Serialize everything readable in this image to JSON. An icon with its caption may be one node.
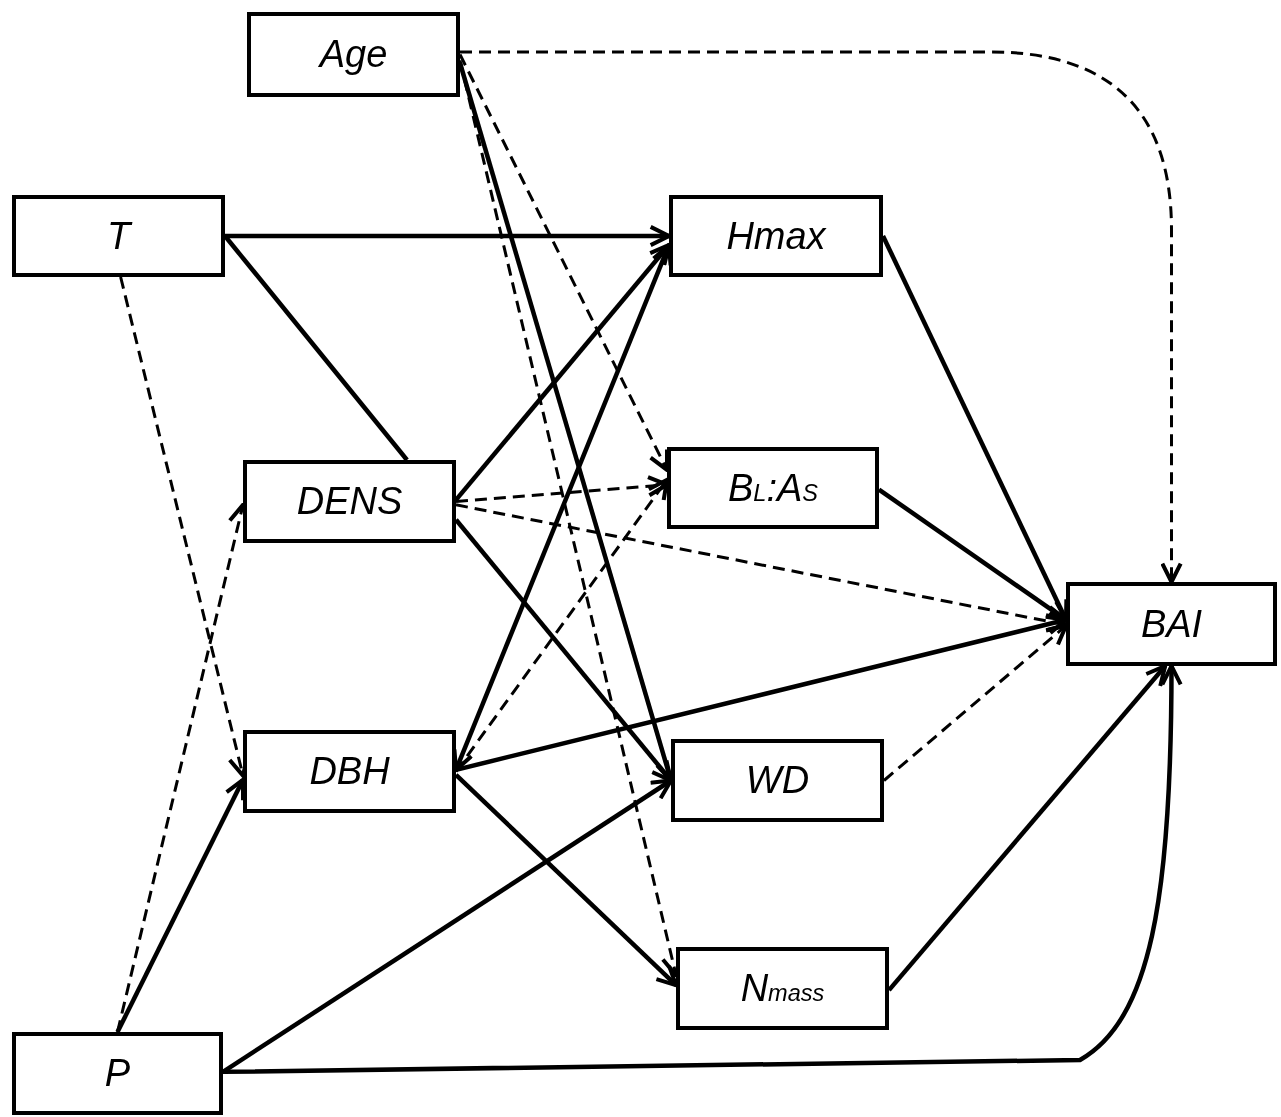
{
  "diagram": {
    "nodes": [
      {
        "text": [
          "Age"
        ]
      },
      {
        "text": [
          "T"
        ]
      },
      {
        "text": [
          "Hmax"
        ]
      },
      {
        "text": [
          "DENS"
        ]
      },
      {
        "text": [
          "B$_{L}$:A$_{S}$"
        ]
      },
      {
        "text": [
          "BAI"
        ]
      },
      {
        "text": [
          "DBH"
        ]
      },
      {
        "text": [
          "WD"
        ]
      },
      {
        "text": [
          "N$_{mass}$"
        ]
      },
      {
        "text": [
          "P"
        ]
      }
    ],
    "edges": [
      {
        "from": 0,
        "to": 5,
        "arrow": "to",
        "style": "dashed"
      },
      {
        "from": 0,
        "to": 4,
        "arrow": "to",
        "style": "dashed"
      },
      {
        "from": 0,
        "to": 7,
        "arrow": "to"
      },
      {
        "from": 0,
        "to": 8,
        "arrow": "to",
        "style": "dashed"
      },
      {
        "from": 1,
        "to": 2,
        "arrow": "to"
      },
      {
        "from": 1,
        "to": 3,
        "arrow": "none"
      },
      {
        "from": 1,
        "to": 6,
        "arrow": "to",
        "style": "dashed"
      },
      {
        "from": 3,
        "to": 2,
        "arrow": "to"
      },
      {
        "from": 3,
        "to": 4,
        "arrow": "to",
        "style": "dashed"
      },
      {
        "from": 3,
        "to": 5,
        "arrow": "to",
        "style": "dashed"
      },
      {
        "from": 3,
        "to": 7,
        "arrow": "to"
      },
      {
        "from": 6,
        "to": 2,
        "arrow": "both"
      },
      {
        "from": 6,
        "to": 4,
        "arrow": "to",
        "style": "dashed"
      },
      {
        "from": 6,
        "to": 5,
        "arrow": "to"
      },
      {
        "from": 6,
        "to": 8,
        "arrow": "to"
      },
      {
        "from": 9,
        "to": 6,
        "arrow": "to"
      },
      {
        "from": 9,
        "to": 3,
        "arrow": "to",
        "style": "dashed"
      },
      {
        "from": 9,
        "to": 7,
        "arrow": "to"
      },
      {
        "from": 9,
        "to": 5,
        "arrow": "to"
      },
      {
        "from": 2,
        "to": 5,
        "arrow": "to"
      },
      {
        "from": 4,
        "to": 5,
        "arrow": "to"
      },
      {
        "from": 7,
        "to": 5,
        "arrow": "to",
        "style": "dashed"
      },
      {
        "from": 8,
        "to": 5,
        "arrow": "to"
      }
    ]
  }
}
